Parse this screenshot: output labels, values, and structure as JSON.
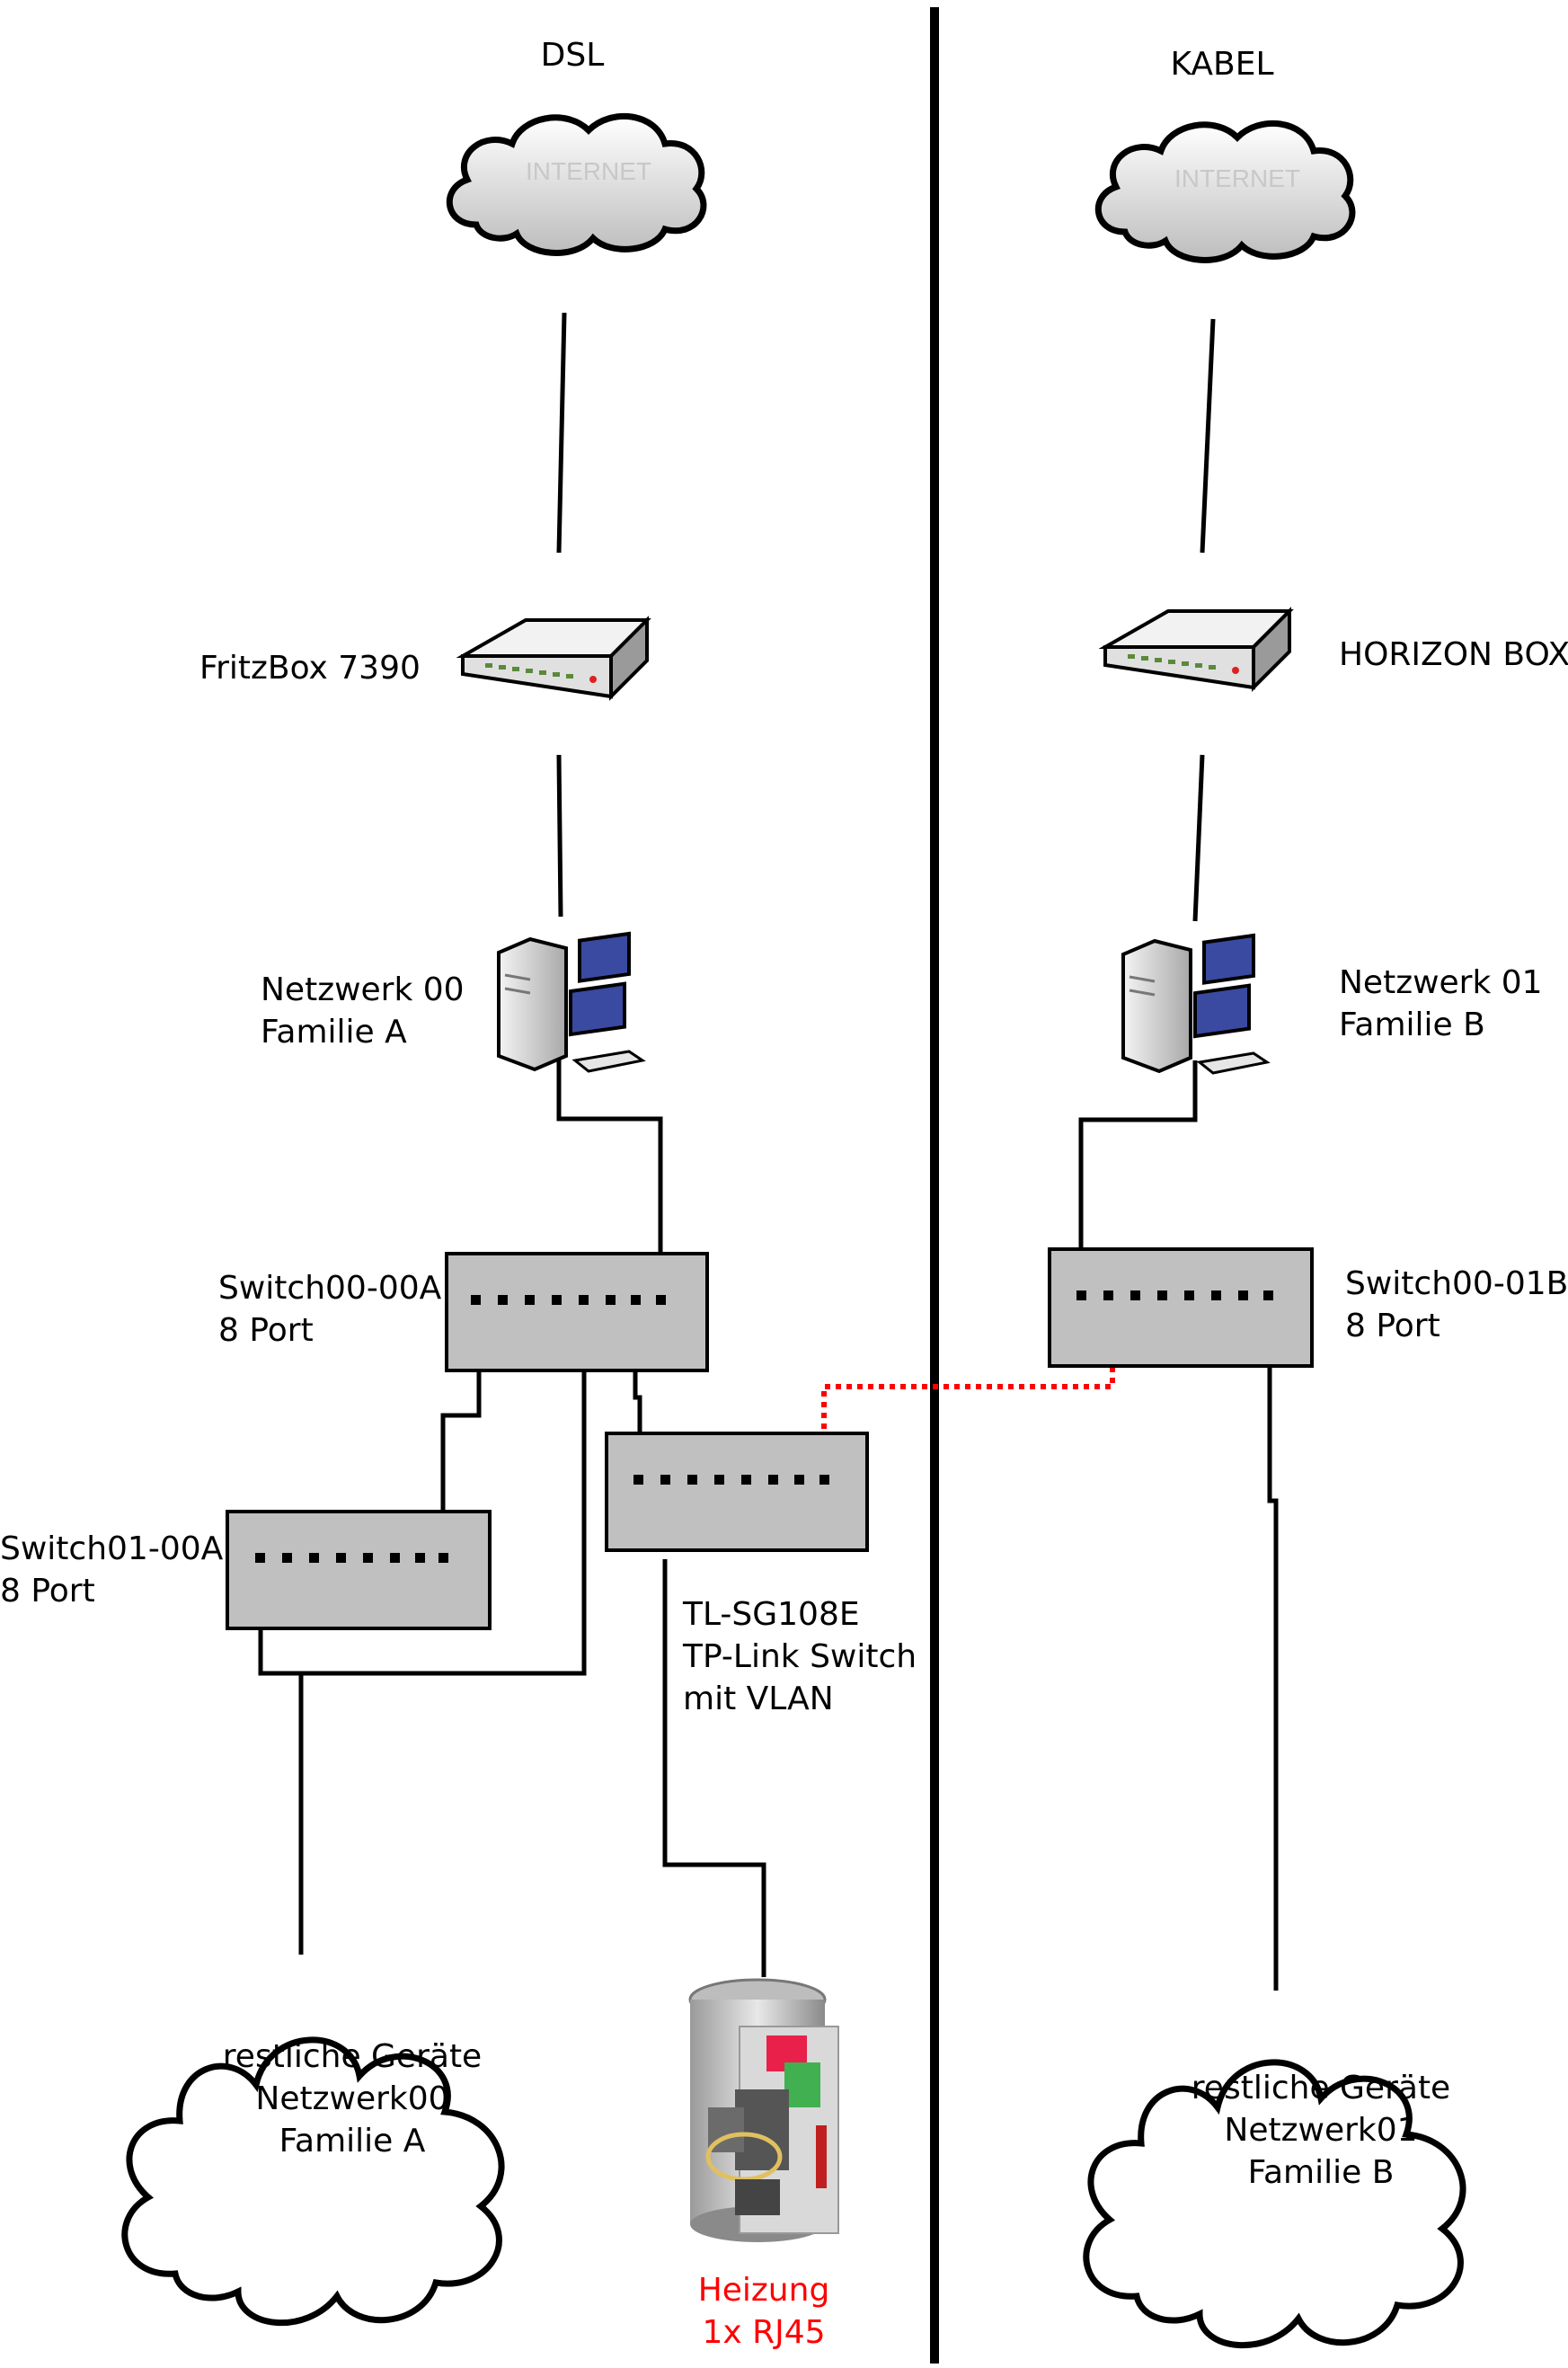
{
  "left": {
    "isp": "DSL",
    "cloud": "INTERNET",
    "router": "FritzBox 7390",
    "network": [
      "Netzwerk 00",
      "Familie A"
    ],
    "switch_main": [
      "Switch00-00A",
      "8 Port"
    ],
    "switch_sub": [
      "Switch01-00A",
      "8 Port"
    ],
    "vlan_switch": [
      "TL-SG108E",
      "TP-Link Switch",
      "mit VLAN"
    ],
    "devices": [
      "restliche Geräte",
      "Netzwerk00",
      "Familie A"
    ],
    "heater": [
      "Heizung",
      "1x RJ45"
    ]
  },
  "right": {
    "isp": "KABEL",
    "cloud": "INTERNET",
    "router": "HORIZON BOX",
    "network": [
      "Netzwerk 01",
      "Familie B"
    ],
    "switch_main": [
      "Switch00-01B",
      "8 Port"
    ],
    "devices": [
      "restliche Geräte",
      "Netzwerk01",
      "Familie B"
    ]
  },
  "colors": {
    "line": "#000000",
    "vlan_link": "#ff0000",
    "heater_label": "#ff0000",
    "switch_fill": "#c0c0c0"
  }
}
